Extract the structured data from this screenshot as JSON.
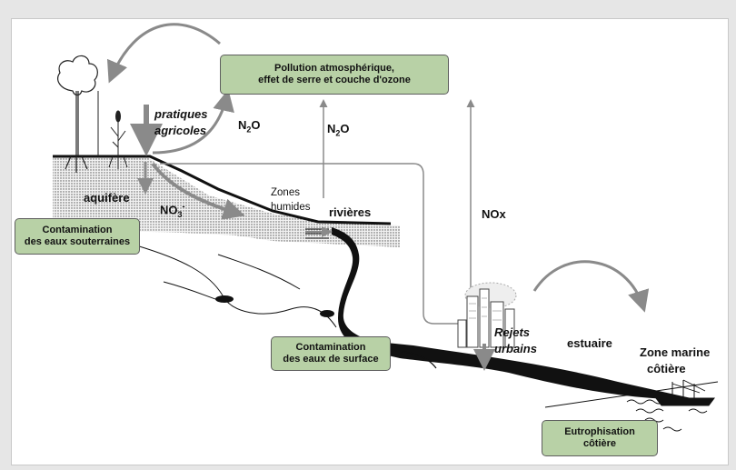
{
  "boxes": {
    "pollution_line1": "Pollution atmosphérique,",
    "pollution_line2": "effet de serre et couche d'ozone",
    "groundwater_line1": "Contamination",
    "groundwater_line2": "des eaux souterraines",
    "surface_line1": "Contamination",
    "surface_line2": "des eaux de surface",
    "eutro_line1": "Eutrophisation",
    "eutro_line2": "côtière"
  },
  "labels": {
    "pratiques": "pratiques",
    "agricoles": "agricoles",
    "n2o_left_base": "N",
    "n2o_left_sub": "2",
    "n2o_left_end": "O",
    "n2o_mid_base": "N",
    "n2o_mid_sub": "2",
    "n2o_mid_end": "O",
    "aquifere": "aquifère",
    "no3_base": "NO",
    "no3_sub": "3",
    "no3_sup": "-",
    "zones": "Zones",
    "humides": "humides",
    "rivieres": "rivières",
    "nox": "NOx",
    "rejets": "Rejets",
    "urbains": "urbains",
    "estuaire": "estuaire",
    "zone_marine": "Zone marine",
    "cotiere": "côtière"
  },
  "colors": {
    "box_fill": "#b8d1a6",
    "arrow": "#8a8a8a",
    "stipple": "#cfcfcf",
    "water": "#111111"
  },
  "icons": [
    "tree-icon",
    "grain-plant-icon",
    "city-icon",
    "ship-icon",
    "wave-icon"
  ]
}
